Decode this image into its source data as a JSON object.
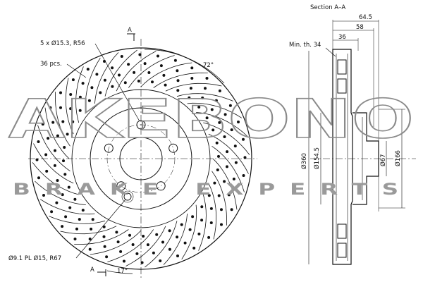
{
  "callouts": {
    "bolt_holes": "5 x Ø15.3, R56",
    "drill_count": "36 pcs.",
    "pitch_angle": "72°",
    "pin": "Ø9.1 PL Ø15, R67",
    "offset_angle": "17°",
    "cut_a_top": "A",
    "cut_a_bottom": "A"
  },
  "section": {
    "title": "Section A–A",
    "width_total": "64.5",
    "width_mid": "58",
    "width_inner": "36",
    "min_thickness": "Min. th. 34",
    "dia_outer": "Ø360",
    "dia_hat": "Ø154.5",
    "dia_center": "Ø67",
    "dia_hub": "Ø166"
  },
  "watermark": {
    "brand": "AKEBONO",
    "tagline": "BRAKE EXPERTS"
  },
  "colors": {
    "line": "#111111",
    "watermark": "#8a8a8a"
  }
}
